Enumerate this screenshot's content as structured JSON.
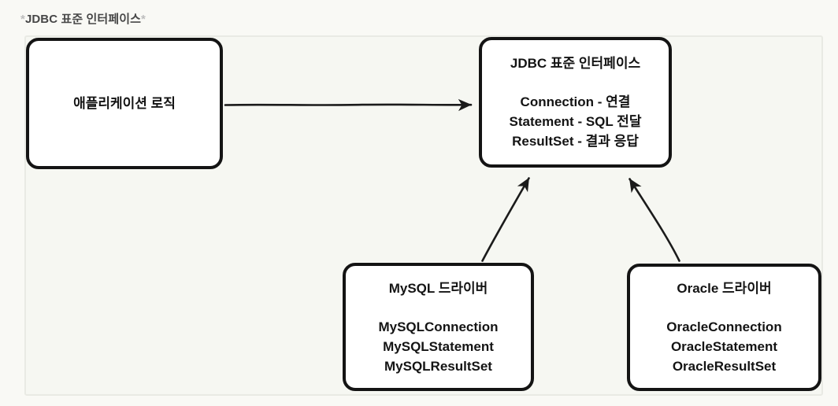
{
  "title": {
    "open_mark": "*",
    "text": "JDBC 표준 인터페이스",
    "close_mark": "*"
  },
  "colors": {
    "page_bg": "#f9f9f5",
    "panel_bg": "#f6f7f2",
    "panel_border": "#e9eae4",
    "box_bg": "#ffffff",
    "box_border": "#141414",
    "box_text": "#141414",
    "arrow": "#1b1b1b",
    "title_text": "#474747",
    "title_mark": "#bdbdbd"
  },
  "diagram": {
    "boxes": [
      {
        "id": "app",
        "title": "애플리케이션 로직",
        "lines": []
      },
      {
        "id": "jdbc",
        "title": "JDBC 표준 인터페이스",
        "lines": [
          "Connection - 연결",
          "Statement - SQL 전달",
          "ResultSet - 결과 응답"
        ]
      },
      {
        "id": "mysql",
        "title": "MySQL 드라이버",
        "lines": [
          "MySQLConnection",
          "MySQLStatement",
          "MySQLResultSet"
        ]
      },
      {
        "id": "oracle",
        "title": "Oracle 드라이버",
        "lines": [
          "OracleConnection",
          "OracleStatement",
          "OracleResultSet"
        ]
      }
    ],
    "arrows": [
      {
        "from": "app",
        "to": "jdbc"
      },
      {
        "from": "mysql",
        "to": "jdbc"
      },
      {
        "from": "oracle",
        "to": "jdbc"
      }
    ]
  }
}
